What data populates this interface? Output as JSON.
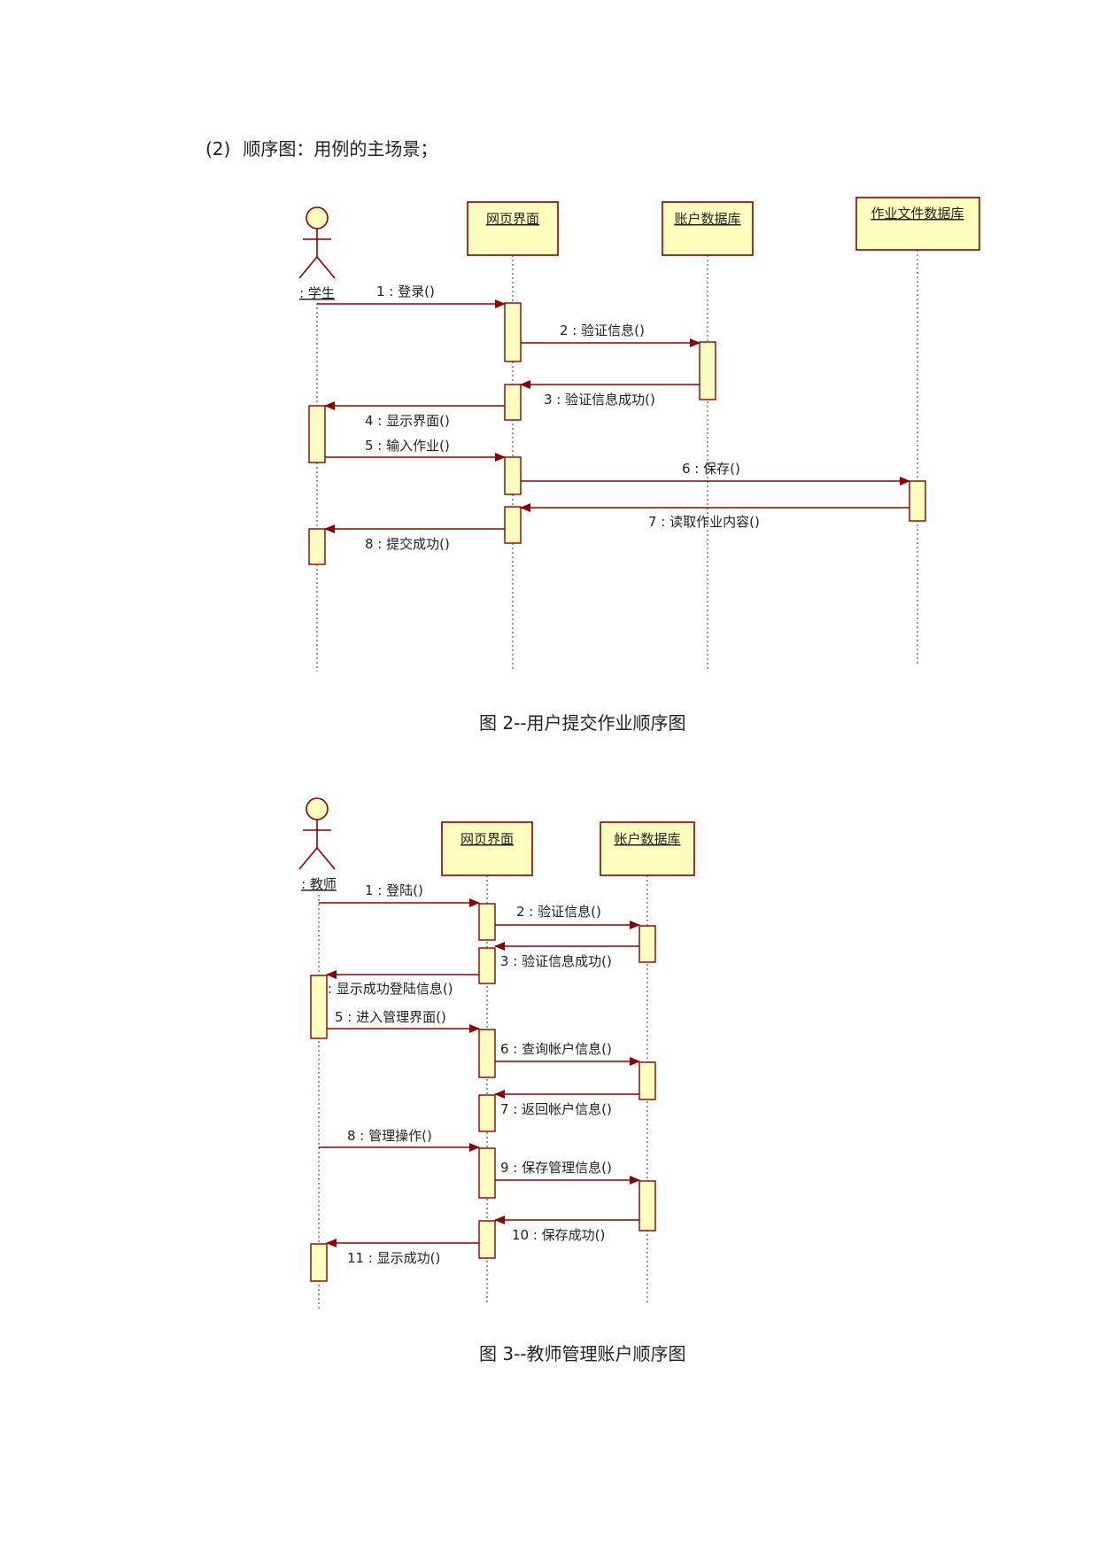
{
  "heading": {
    "number": "(2)",
    "text": "顺序图：用例的主场景；"
  },
  "diagrams": [
    {
      "caption": "图 2--用户提交作业顺序图",
      "actor": {
        "label": ": 学生"
      },
      "objects": [
        {
          "label": "网页界面"
        },
        {
          "label": "账户数据库"
        },
        {
          "label": "作业文件数据库"
        }
      ],
      "messages": [
        {
          "label": "1 : 登录()",
          "from": "学生",
          "to": "网页界面"
        },
        {
          "label": "2 : 验证信息()",
          "from": "网页界面",
          "to": "账户数据库"
        },
        {
          "label": "3 : 验证信息成功()",
          "from": "账户数据库",
          "to": "网页界面"
        },
        {
          "label": "4 : 显示界面()",
          "from": "网页界面",
          "to": "学生"
        },
        {
          "label": "5 : 输入作业()",
          "from": "学生",
          "to": "网页界面"
        },
        {
          "label": "6 : 保存()",
          "from": "网页界面",
          "to": "作业文件数据库"
        },
        {
          "label": "7 : 读取作业内容()",
          "from": "作业文件数据库",
          "to": "网页界面"
        },
        {
          "label": "8 : 提交成功()",
          "from": "网页界面",
          "to": "学生"
        }
      ]
    },
    {
      "caption": "图 3--教师管理账户顺序图",
      "actor": {
        "label": ": 教师"
      },
      "objects": [
        {
          "label": "网页界面"
        },
        {
          "label": "帐户数据库"
        }
      ],
      "messages": [
        {
          "label": "1 : 登陆()",
          "from": "教师",
          "to": "网页界面"
        },
        {
          "label": "2 : 验证信息()",
          "from": "网页界面",
          "to": "帐户数据库"
        },
        {
          "label": "3 : 验证信息成功()",
          "from": "帐户数据库",
          "to": "网页界面"
        },
        {
          "label": ": 显示成功登陆信息()",
          "from": "网页界面",
          "to": "教师"
        },
        {
          "label": "5 : 进入管理界面()",
          "from": "教师",
          "to": "网页界面"
        },
        {
          "label": "6 : 查询帐户信息()",
          "from": "网页界面",
          "to": "帐户数据库"
        },
        {
          "label": "7 : 返回帐户信息()",
          "from": "帐户数据库",
          "to": "网页界面"
        },
        {
          "label": "8 : 管理操作()",
          "from": "教师",
          "to": "网页界面"
        },
        {
          "label": "9 : 保存管理信息()",
          "from": "网页界面",
          "to": "帐户数据库"
        },
        {
          "label": "10 : 保存成功()",
          "from": "帐户数据库",
          "to": "网页界面"
        },
        {
          "label": "11 : 显示成功()",
          "from": "网页界面",
          "to": "教师"
        }
      ]
    }
  ],
  "colors": {
    "box_fill": "#ffffc0",
    "line": "#8b0000",
    "lifeline": "#333333"
  }
}
